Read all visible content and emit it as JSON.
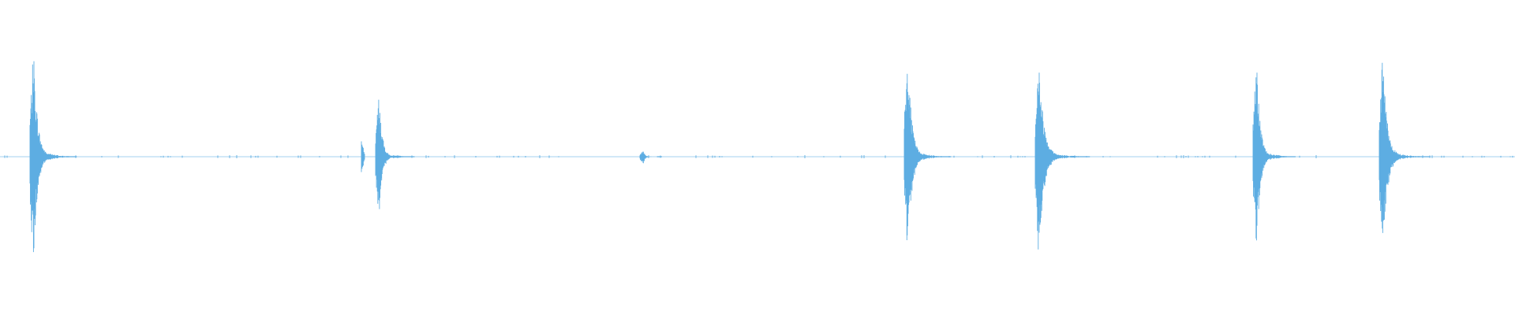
{
  "colors": {
    "background": "#ffffff",
    "waveform": "#5dade2"
  },
  "waveform": {
    "transients": [
      {
        "peak_top": 0.85,
        "peak_bottom": 0.86,
        "pre_hit": 0.0,
        "decay": 0.3
      },
      {
        "peak_top": 0.5,
        "peak_bottom": 0.52,
        "pre_hit": 0.14,
        "decay": 0.22
      },
      {
        "peak_top": 0.05,
        "peak_bottom": 0.06,
        "pre_hit": 0.0,
        "decay": 0.05
      },
      {
        "peak_top": 0.82,
        "peak_bottom": 0.82,
        "pre_hit": 0.0,
        "decay": 0.3
      },
      {
        "peak_top": 0.79,
        "peak_bottom": 0.8,
        "pre_hit": 0.0,
        "decay": 0.38
      },
      {
        "peak_top": 0.78,
        "peak_bottom": 0.78,
        "pre_hit": 0.0,
        "decay": 0.26
      },
      {
        "peak_top": 0.8,
        "peak_bottom": 0.8,
        "pre_hit": 0.0,
        "decay": 0.34
      }
    ]
  }
}
